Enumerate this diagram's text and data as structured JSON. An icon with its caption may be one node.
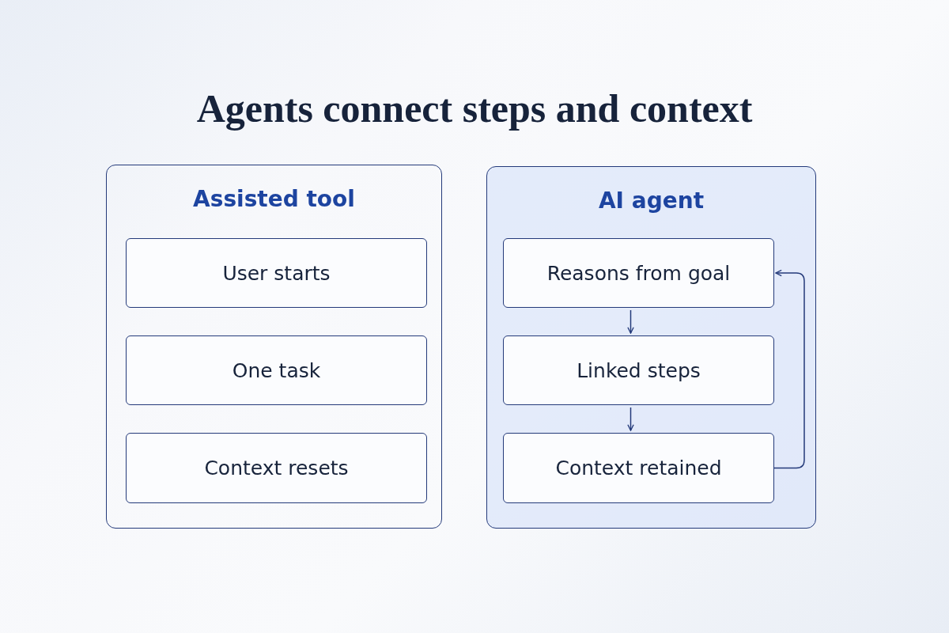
{
  "diagram": {
    "title": "Agents **connect** steps and **context**",
    "nodes": [
      {
        "text": [
          "Assisted tool"
        ]
      },
      {
        "text": [
          "User starts"
        ],
        "in": 0
      },
      {
        "text": [
          "One task"
        ],
        "in": 0
      },
      {
        "text": [
          "Context resets"
        ],
        "in": 0
      },
      {
        "text": [
          "AI agent"
        ]
      },
      {
        "text": [
          "Reasons from goal"
        ],
        "in": 4
      },
      {
        "text": [
          "Linked steps"
        ],
        "in": 4
      },
      {
        "text": [
          "Context retained"
        ],
        "in": 4
      }
    ],
    "edges": [
      {
        "from": 5,
        "to": 6,
        "arrow": "to"
      },
      {
        "from": 6,
        "to": 7,
        "arrow": "to"
      },
      {
        "from": 7,
        "to": 5,
        "arrow": "to"
      }
    ]
  }
}
